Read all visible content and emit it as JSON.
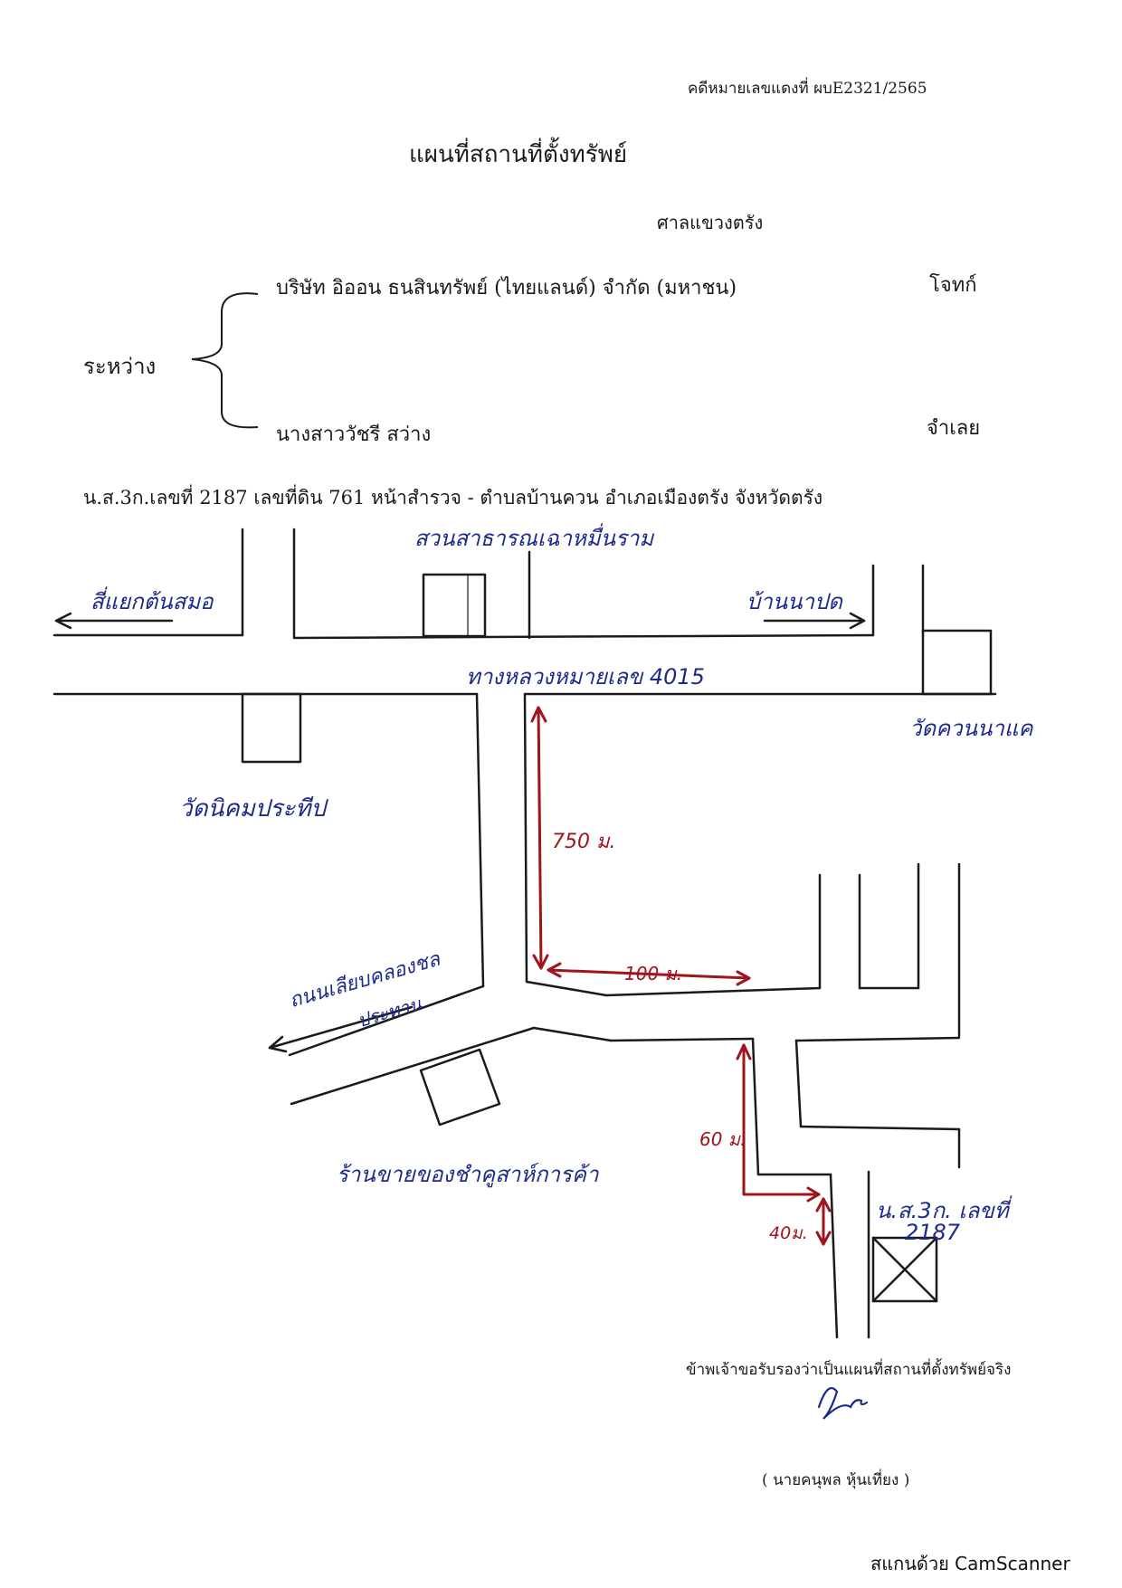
{
  "header": {
    "case_number": "คดีหมายเลขแดงที่ ผบE2321/2565",
    "title": "แผนที่สถานที่ตั้งทรัพย์",
    "court": "ศาลแขวงตรัง"
  },
  "parties": {
    "between_label": "ระหว่าง",
    "plaintiff_name": "บริษัท อิออน ธนสินทรัพย์ (ไทยแลนด์) จำกัด (มหาชน)",
    "plaintiff_role": "โจทก์",
    "defendant_name": "นางสาววัชรี สว่าง",
    "defendant_role": "จำเลย"
  },
  "property_line": "น.ส.3ก.เลขที่ 2187 เลขที่ดิน 761 หน้าสำรวจ - ตำบลบ้านควน อำเภอเมืองตรัง จังหวัดตรัง",
  "map": {
    "labels": {
      "park": "สวนสาธารณเฉาหมื่นราม",
      "to_left": "สี่แยกต้นสมอ",
      "to_right": "บ้านนาปด",
      "highway": "ทางหลวงหมายเลข 4015",
      "temple_left": "วัดนิคมประทีป",
      "temple_right": "วัดควนนาแค",
      "irrigation_road_1": "ถนนเลียบคลองชล",
      "irrigation_road_2": "ประทาน",
      "shop": "ร้านขายของชำคูสาห์การค้า",
      "property_1": "น.ส.3ก. เลขที่",
      "property_2": "2187"
    },
    "distances": {
      "d1": "750 ม.",
      "d2": "100 ม.",
      "d3": "60 ม.",
      "d4": "40ม."
    },
    "colors": {
      "ink_blue": "#1c2a8a",
      "ink_black": "#1a1a1a",
      "distance_red": "#a0141c"
    }
  },
  "certification": {
    "text": "ข้าพเจ้าขอรับรองว่าเป็นแผนที่สถานที่ตั้งทรัพย์จริง",
    "signer": "( นายคนุพล หุ้นเที่ยง )"
  },
  "footer": {
    "scanner_text": "สแกนด้วย CamScanner"
  }
}
